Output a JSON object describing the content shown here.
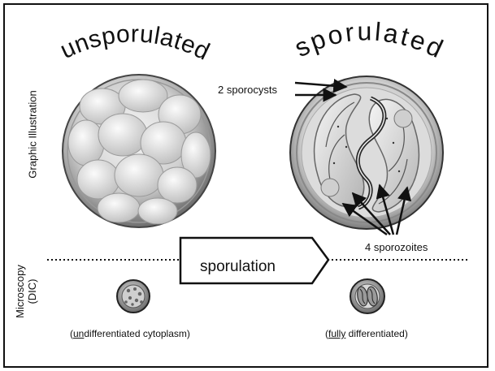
{
  "titles": {
    "left": "unsporulated",
    "right": "sporulated"
  },
  "side_labels": {
    "graphic": "Graphic Illustration",
    "microscopy_line1": "Microscopy",
    "microscopy_line2": "(DIC)"
  },
  "annotations": {
    "sporocysts": "2 sporocysts",
    "sporozoites": "4 sporozoites",
    "process": "sporulation"
  },
  "captions": {
    "left_open": "(",
    "left_underlined": "un",
    "left_rest": "differentiated cytoplasm)",
    "right_open": "(",
    "right_underlined": "fully",
    "right_rest": " differentiated)"
  }
}
